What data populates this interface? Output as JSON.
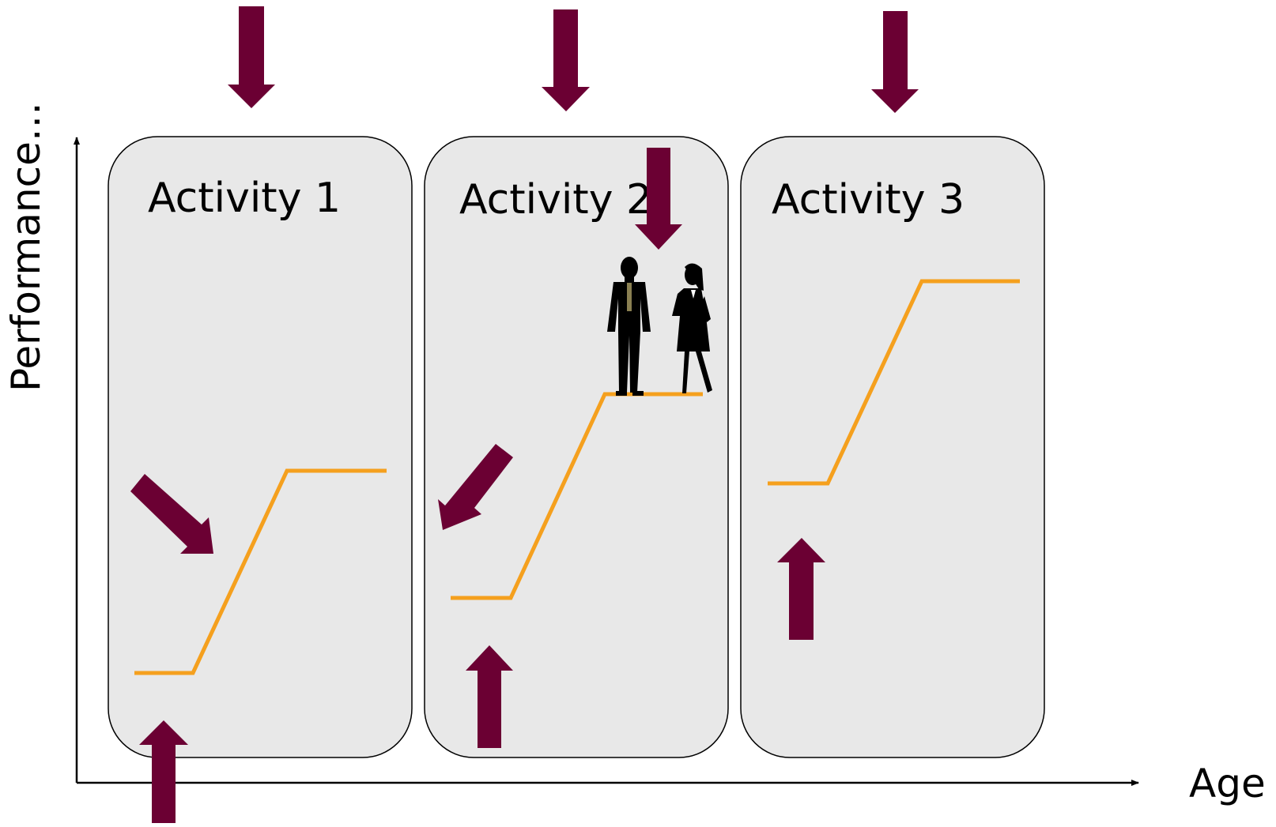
{
  "axes": {
    "x_label": "Age",
    "y_label": "Performance…",
    "color": "#000000"
  },
  "activities": [
    {
      "label": "Activity 1"
    },
    {
      "label": "Activity 2"
    },
    {
      "label": "Activity 3"
    }
  ],
  "colors": {
    "panel_fill": "#e8e8e8",
    "panel_stroke": "#000000",
    "curve": "#f5a01e",
    "arrow": "#6b0033",
    "silhouette": "#000000"
  },
  "people_icon": "businessman-and-businesswoman-silhouette-icon"
}
